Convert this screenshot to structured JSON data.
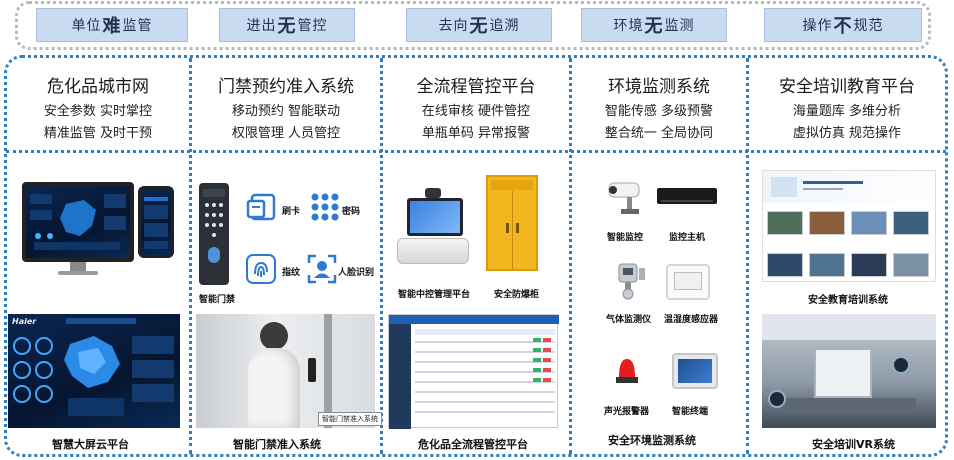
{
  "top_tags": [
    {
      "pre": "单位",
      "strong": "难",
      "post": "监管"
    },
    {
      "pre": "进出",
      "strong": "无",
      "post": "管控"
    },
    {
      "pre": "去向",
      "strong": "无",
      "post": "追溯"
    },
    {
      "pre": "环境",
      "strong": "无",
      "post": "监测"
    },
    {
      "pre": "操作",
      "strong": "不",
      "post": "规范"
    }
  ],
  "columns": [
    {
      "title": "危化品城市网",
      "lines": [
        "安全参数 实时掌控",
        "精准监管 及时干预"
      ],
      "captions": [
        "智慧大屏云平台"
      ]
    },
    {
      "title": "门禁预约准入系统",
      "lines": [
        "移动预约 智能联动",
        "权限管理 人员管控"
      ],
      "captions": [
        "智能门禁",
        "刷卡",
        "密码",
        "指纹",
        "人脸识别",
        "智能门禁准入系统"
      ],
      "photo_tag": "智能门禁准入系统"
    },
    {
      "title": "全流程管控平台",
      "lines": [
        "在线审核 硬件管控",
        "单瓶单码 异常报警"
      ],
      "captions": [
        "智能中控管理平台",
        "安全防爆柜",
        "危化品全流程管控平台"
      ]
    },
    {
      "title": "环境监测系统",
      "lines": [
        "智能传感 多级预警",
        "整合统一 全局协同"
      ],
      "captions": [
        "智能监控",
        "监控主机",
        "气体监测仪",
        "温湿度感应器",
        "声光报警器",
        "智能终端",
        "安全环境监测系统"
      ]
    },
    {
      "title": "安全培训教育平台",
      "lines": [
        "海量题库 多维分析",
        "虚拟仿真 规范操作"
      ],
      "captions": [
        "安全教育培训系统",
        "安全培训VR系统"
      ]
    }
  ],
  "logo_text": "Haier",
  "colors": {
    "frame": "#2d7fc1",
    "tag_bg": "#c9dbf0",
    "cabinet": "#f3b61f"
  }
}
